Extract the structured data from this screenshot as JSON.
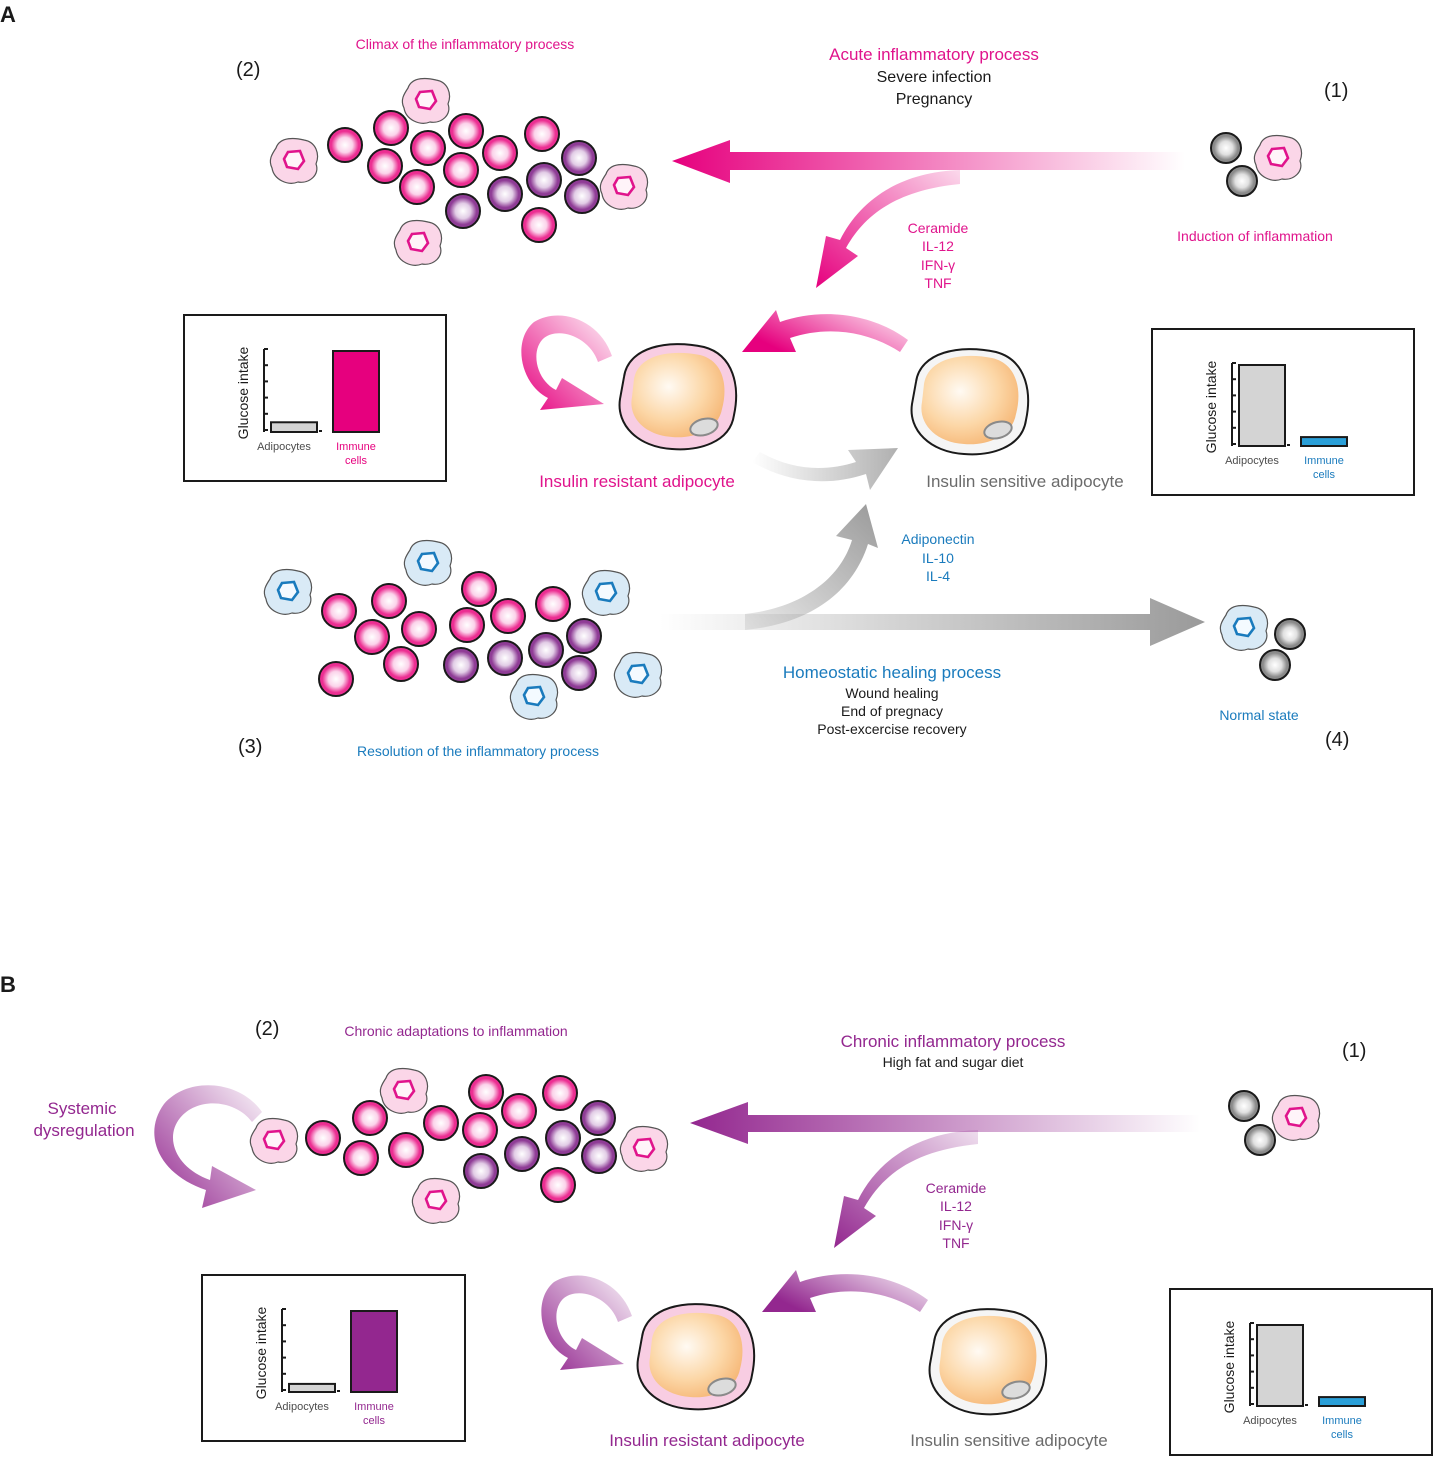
{
  "panelA": {
    "panel_label": "A",
    "stage_labels": [
      "(1)",
      "(2)",
      "(3)",
      "(4)"
    ],
    "climax_title": "Climax of the inflammatory process",
    "acute_title": "Acute inflammatory process",
    "acute_causes": [
      "Severe infection",
      "Pregnancy"
    ],
    "induction_label": "Induction of inflammation",
    "pro_inflammatory": [
      "Ceramide",
      "IL-12",
      "IFN-γ",
      "TNF"
    ],
    "resistant_label": "Insulin resistant adipocyte",
    "sensitive_label": "Insulin sensitive adipocyte",
    "anti_inflammatory": [
      "Adiponectin",
      "IL-10",
      "IL-4"
    ],
    "healing_title": "Homeostatic healing process",
    "healing_causes": [
      "Wound healing",
      "End of pregnacy",
      "Post-excercise recovery"
    ],
    "normal_label": "Normal state",
    "resolution_title": "Resolution of the inflammatory process"
  },
  "panelB": {
    "panel_label": "B",
    "stage_labels": [
      "(1)",
      "(2)"
    ],
    "chronic_adapt_title": "Chronic adaptations to inflammation",
    "chronic_title": "Chronic inflammatory process",
    "chronic_causes": [
      "High fat and sugar diet"
    ],
    "systemic_label": [
      "Systemic",
      "dysregulation"
    ],
    "pro_inflammatory": [
      "Ceramide",
      "IL-12",
      "IFN-γ",
      "TNF"
    ],
    "resistant_label": "Insulin resistant adipocyte",
    "sensitive_label": "Insulin sensitive adipocyte"
  },
  "chart_data": [
    {
      "type": "bar",
      "panel": "A",
      "ylabel": "Glucose intake",
      "categories": [
        "Adipocytes",
        "Immune cells"
      ],
      "category_lines": [
        [
          "Adipocytes"
        ],
        [
          "Immune",
          "cells"
        ]
      ],
      "values": [
        0.12,
        1.0
      ],
      "colors": [
        "#d4d4d4",
        "#e6007e"
      ]
    },
    {
      "type": "bar",
      "panel": "A",
      "ylabel": "Glucose intake",
      "categories": [
        "Adipocytes",
        "Immune cells"
      ],
      "category_lines": [
        [
          "Adipocytes"
        ],
        [
          "Immune",
          "cells"
        ]
      ],
      "values": [
        1.0,
        0.11
      ],
      "colors": [
        "#d4d4d4",
        "#2a9fd8"
      ]
    },
    {
      "type": "bar",
      "panel": "B",
      "ylabel": "Glucose intake",
      "categories": [
        "Adipocytes",
        "Immune cells"
      ],
      "category_lines": [
        [
          "Adipocytes"
        ],
        [
          "Immune",
          "cells"
        ]
      ],
      "values": [
        0.1,
        1.0
      ],
      "colors": [
        "#d4d4d4",
        "#93278f"
      ]
    },
    {
      "type": "bar",
      "panel": "B",
      "ylabel": "Glucose intake",
      "categories": [
        "Adipocytes",
        "Immune cells"
      ],
      "category_lines": [
        [
          "Adipocytes"
        ],
        [
          "Immune",
          "cells"
        ]
      ],
      "values": [
        1.0,
        0.11
      ],
      "colors": [
        "#d4d4d4",
        "#2a9fd8"
      ]
    }
  ],
  "colors": {
    "pink": "#e6007e",
    "magenta_text": "#e0148c",
    "purple": "#93278f",
    "blue": "#1a7bbd",
    "gray_text": "#6b6b6b",
    "black": "#1a1a1a"
  },
  "icons": [
    "pink-immune-cell",
    "purple-immune-cell",
    "gray-cell",
    "pink-macrophage",
    "blue-macrophage",
    "adipocyte"
  ]
}
